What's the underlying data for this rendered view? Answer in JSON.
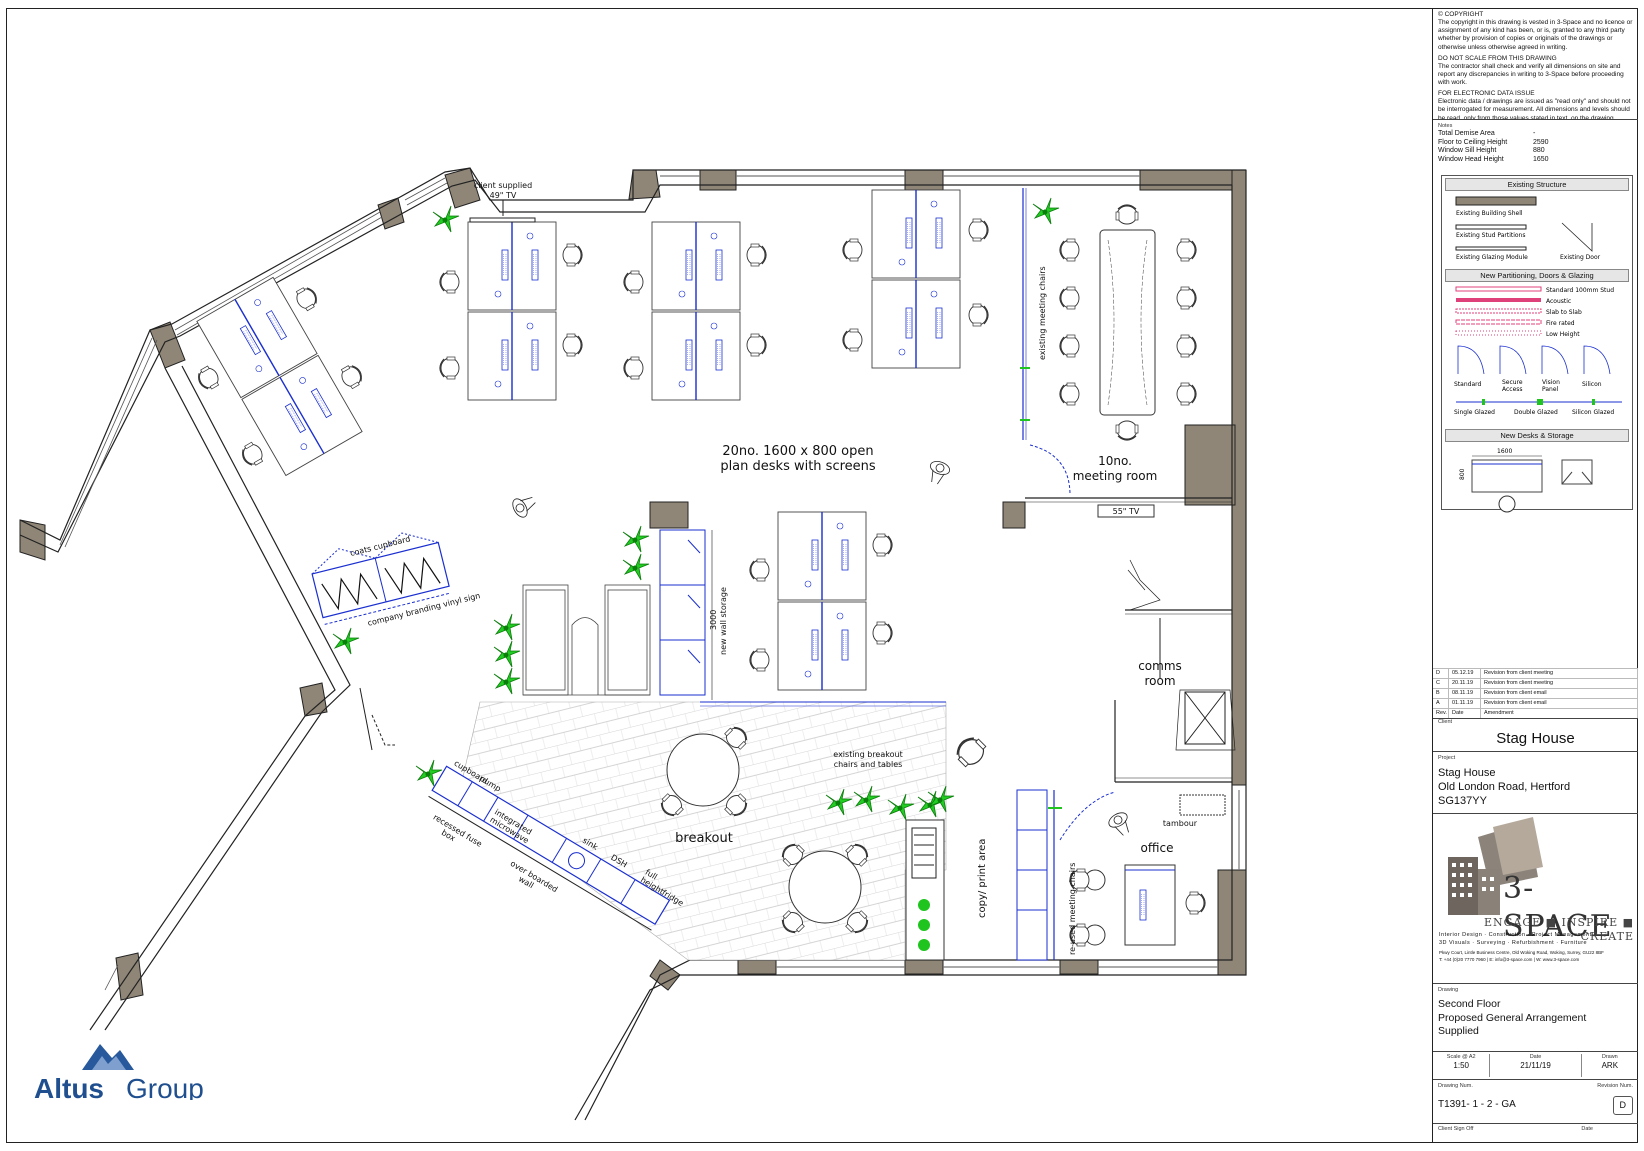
{
  "plan": {
    "labels": {
      "client_tv": "client supplied",
      "client_tv_size": "49\" TV",
      "open_plan": "20no. 1600 x 800 open",
      "open_plan_2": "plan desks with screens",
      "existing_chairs": "existing meeting chairs",
      "meeting_room": "10no.",
      "meeting_room_2": "meeting room",
      "tv_55": "55\" TV",
      "coats_cupboard": "coats cupboard",
      "vinyl_sign": "company branding vinyl sign",
      "wall_storage": "3000",
      "wall_storage_2": "new wall storage",
      "comms": "comms",
      "comms_2": "room",
      "breakout_chairs": "existing breakout",
      "breakout_chairs_2": "chairs and tables",
      "breakout": "breakout",
      "cupboard": "cupboard",
      "pump": "pump",
      "microwave": "integrated",
      "microwave_2": "microwave",
      "sink": "sink",
      "dsh": "DSH",
      "fridge": "full",
      "fridge_2": "height",
      "fridge_3": "fridge",
      "fuse": "recessed fuse",
      "fuse_2": "box",
      "overboarded": "over boarded",
      "overboarded_2": "wall",
      "copy_print": "copy/ print area",
      "reused_chairs": "re-used meeting chairs",
      "office": "office",
      "tambour": "tambour"
    }
  },
  "altus": {
    "word1": "Altus",
    "word2": "Group"
  },
  "titleblock": {
    "copyright_head": "© COPYRIGHT",
    "copyright_text": "The copyright in this drawing is vested in 3-Space and no licence or assignment of any kind has been, or is, granted to any third party whether by provision of copies or originals of the drawings or otherwise unless otherwise agreed in writing.",
    "noscale_head": "DO NOT SCALE FROM THIS DRAWING",
    "noscale_text": "The contractor shall check and verify all dimensions on site and report any discrepancies in writing to 3-Space before proceeding with work.",
    "electronic_head": "FOR ELECTRONIC DATA ISSUE",
    "electronic_text": "Electronic data / drawings are issued as \"read only\" and should not be interrogated for measurement. All dimensions and levels should be read, only from those values stated in text, on the drawing.",
    "notes_head": "Notes",
    "notes": [
      {
        "label": "Total Demise Area",
        "value": "-"
      },
      {
        "label": "Floor to Ceiling Height",
        "value": "2590"
      },
      {
        "label": "Window Sill Height",
        "value": "880"
      },
      {
        "label": "Window Head Height",
        "value": "1650"
      }
    ],
    "legend": {
      "existing": "Existing Structure",
      "shell": "Existing Building Shell",
      "stud": "Existing Stud Partitions",
      "glazing": "Existing Glazing Module",
      "door": "Existing Door",
      "new_head": "New Partitioning, Doors & Glazing",
      "std": "Standard 100mm Stud",
      "acoustic": "Acoustic",
      "slab": "Slab to Slab",
      "fire": "Fire rated",
      "low": "Low Height",
      "standard": "Standard",
      "secure": "Secure",
      "access": "Access",
      "vision": "Vision",
      "panel": "Panel",
      "silicon": "Silicon",
      "single_glazed": "Single Glazed",
      "double_glazed": "Double Glazed",
      "silicon_glazed": "Silicon Glazed",
      "desks_head": "New Desks & Storage",
      "dim_1600": "1600",
      "dim_800": "800"
    },
    "revisions": [
      {
        "rev": "D",
        "date": "05.12.19",
        "amend": "Revision from client meeting"
      },
      {
        "rev": "C",
        "date": "20.11.19",
        "amend": "Revision from client meeting"
      },
      {
        "rev": "B",
        "date": "08.11.19",
        "amend": "Revision from client email"
      },
      {
        "rev": "A",
        "date": "01.11.19",
        "amend": "Revision from client email"
      }
    ],
    "rev_headers": {
      "rev": "Rev.",
      "date": "Date",
      "amend": "Amendment"
    },
    "client_head": "Client",
    "client": "Stag House",
    "project_head": "Project",
    "project_1": "Stag House",
    "project_2": "Old London Road, Hertford",
    "project_3": "SG137YY",
    "logo": "3-SPACE",
    "logo_tag_1": "ENGAGE",
    "logo_tag_2": "INSPIRE",
    "logo_tag_3": "CREATE",
    "logo_services_1": "Interior Design  ·  Construction  ·  Project Management",
    "logo_services_2": "3D Visuals  ·  Surveying  ·  Refurbishment  ·  Furniture",
    "logo_address": "Pkwy Court, Lintle Business Centre, Old Woking Road, Woking, Surrey, GU22 8BF",
    "logo_contact": "T: +44 (0)20 7770 7960  |  E: info@3-space.com  |  W: www.3-space.com",
    "drawing_head": "Drawing",
    "drawing_1": "Second Floor",
    "drawing_2": "Proposed General Arrangement",
    "drawing_3": "Supplied",
    "scale_head": "Scale @ A2",
    "scale": "1:50",
    "date_head": "Date",
    "date": "21/11/19",
    "drawn_head": "Drawn",
    "drawn": "ARK",
    "dwgnum_head": "Drawing Num.",
    "revnum_head": "Revision Num.",
    "dwgnum": "T1391- 1 - 2 - GA",
    "revnum": "D",
    "signoff_head": "Client Sign Off",
    "signoff_date": "Date"
  },
  "colors": {
    "wall": "#8f8677",
    "blue": "#1a2fd0",
    "green": "#1fc41f",
    "pink": "#e0407a"
  }
}
